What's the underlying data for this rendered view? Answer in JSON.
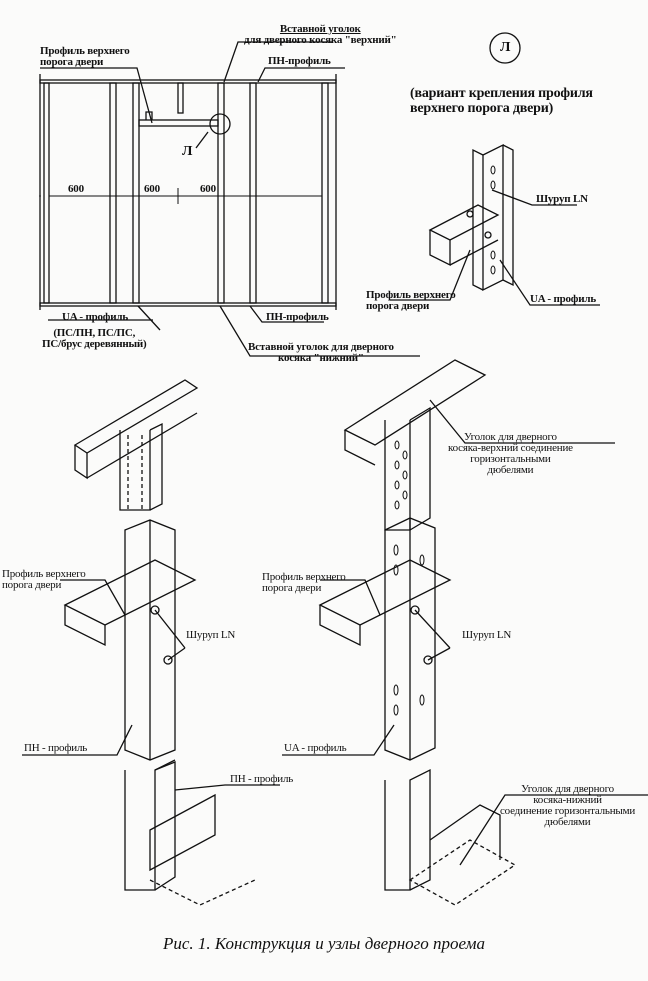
{
  "elevation": {
    "top_corner_label": [
      "Вставной уголок",
      "для дверного косяка \"верхний\""
    ],
    "head_profile_label": [
      "Профиль верхнего",
      "порога двери"
    ],
    "pn_top_label": "ПН-профиль",
    "detail_marker": "Л",
    "dimensions": [
      "600",
      "600",
      "600"
    ],
    "ua_label": "UA - профиль",
    "ua_variants": [
      "(ПС/ПН, ПС/ПС,",
      "ПС/брус деревянный)"
    ],
    "pn_bottom_label": "ПН-профиль",
    "bottom_corner_label": [
      "Вставной уголок для дверного",
      "косяка \"нижний\""
    ]
  },
  "detail_l": {
    "marker": "Л",
    "title": [
      "(вариант крепления профиля",
      "верхнего порога двери)"
    ],
    "screw_label": "Шуруп LN",
    "head_profile_label": [
      "Профиль верхнего",
      "порога двери"
    ],
    "ua_label": "UA - профиль"
  },
  "detail_top_right": {
    "label": [
      "Уголок для дверного",
      "косяка-верхний соединение",
      "горизонтальными",
      "дюбелями"
    ]
  },
  "detail_mid_left": {
    "head_profile_label": [
      "Профиль верхнего",
      "порога двери"
    ],
    "screw_label": "Шуруп LN",
    "pn_label": "ПН - профиль"
  },
  "detail_mid_right": {
    "head_profile_label": [
      "Профиль верхнего",
      "порога двери"
    ],
    "screw_label": "Шуруп LN",
    "ua_label": "UA - профиль"
  },
  "detail_bottom_left": {
    "pn_label": "ПН - профиль"
  },
  "detail_bottom_right": {
    "label": [
      "Уголок для дверного",
      "косяка-нижний",
      "соединение горизонтальными",
      "дюбелями"
    ]
  },
  "caption": "Рис. 1. Конструкция и узлы дверного проема"
}
